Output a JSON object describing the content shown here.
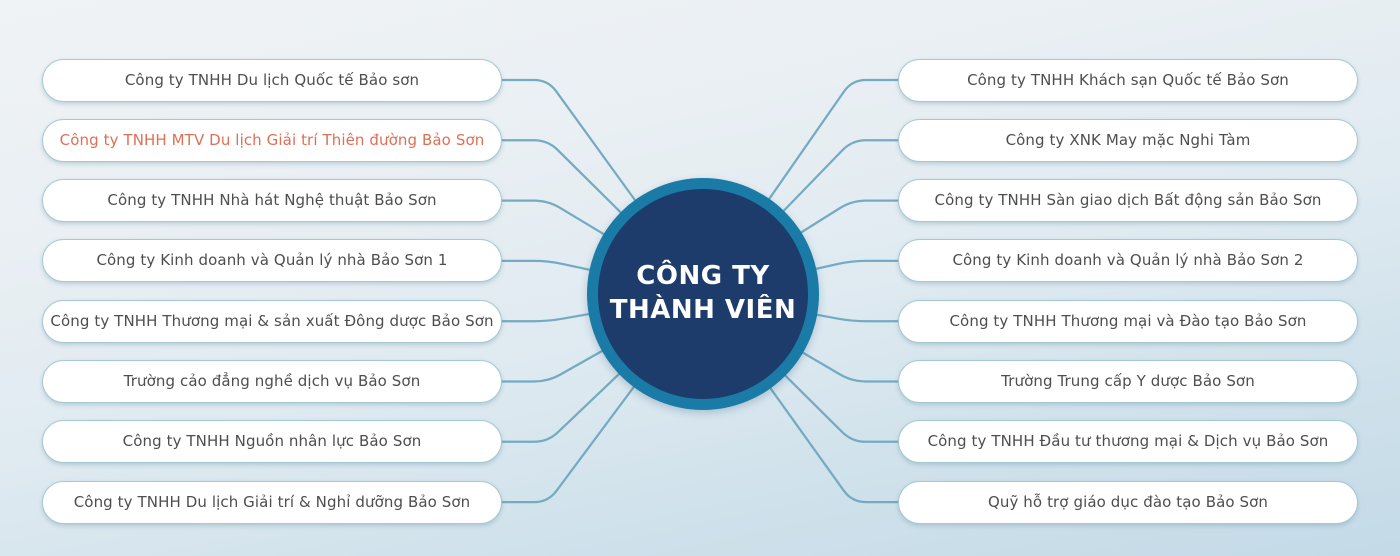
{
  "diagram_title": {
    "line1": "CÔNG TY",
    "line2": "THÀNH VIÊN"
  },
  "left_companies": [
    {
      "label": "Công ty TNHH Du lịch Quốc tế Bảo sơn",
      "highlight": false
    },
    {
      "label": "Công ty TNHH MTV Du lịch Giải trí Thiên đường Bảo Sơn",
      "highlight": true
    },
    {
      "label": "Công ty TNHH Nhà hát Nghệ thuật Bảo Sơn",
      "highlight": false
    },
    {
      "label": "Công ty Kinh doanh và Quản lý nhà Bảo Sơn 1",
      "highlight": false
    },
    {
      "label": "Công ty TNHH Thương mại & sản xuất Đông dược Bảo Sơn",
      "highlight": false
    },
    {
      "label": "Trường cảo đẳng nghề dịch vụ Bảo Sơn",
      "highlight": false
    },
    {
      "label": "Công ty TNHH Nguồn nhân lực Bảo Sơn",
      "highlight": false
    },
    {
      "label": "Công ty TNHH Du lịch Giải trí & Nghỉ dưỡng Bảo Sơn",
      "highlight": false
    }
  ],
  "right_companies": [
    {
      "label": "Công ty TNHH Khách sạn Quốc tế Bảo Sơn",
      "highlight": false
    },
    {
      "label": "Công ty XNK May mặc Nghi Tàm",
      "highlight": false
    },
    {
      "label": "Công ty TNHH Sàn giao dịch Bất động sản Bảo Sơn",
      "highlight": false
    },
    {
      "label": "Công ty Kinh doanh và Quản lý nhà Bảo Sơn 2",
      "highlight": false
    },
    {
      "label": "Công ty TNHH Thương mại và Đào tạo Bảo Sơn",
      "highlight": false
    },
    {
      "label": "Trường Trung cấp Y dược Bảo Sơn",
      "highlight": false
    },
    {
      "label": "Công ty TNHH Đầu tư thương mại & Dịch vụ Bảo Sơn",
      "highlight": false
    },
    {
      "label": "Quỹ hỗ trợ giáo dục đào tạo Bảo Sơn",
      "highlight": false
    }
  ],
  "colors": {
    "center_fill": "#1d3c6c",
    "center_ring": "#1a7ba6",
    "connector": "#74abc2",
    "pill_border": "#a5c9d2",
    "pill_fill": "#ffffff",
    "text_default": "#4e4e50",
    "text_highlight": "#dd7055",
    "center_text": "#ffffff"
  }
}
